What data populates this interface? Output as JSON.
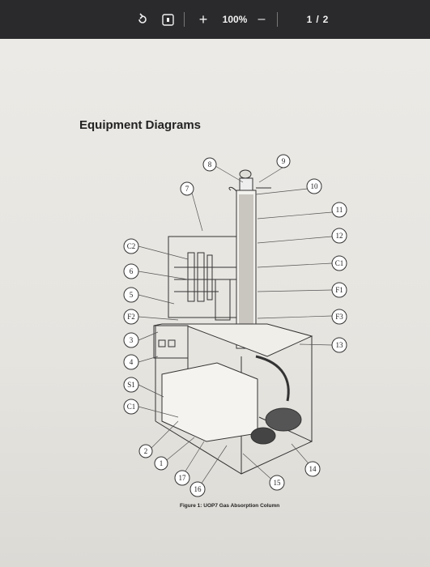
{
  "toolbar": {
    "zoom": "100%",
    "plus": "+",
    "minus": "–",
    "page_current": "1",
    "page_sep": "/",
    "page_total": "2"
  },
  "document": {
    "heading": "Equipment Diagrams",
    "caption": "Figure 1: UOP7 Gas Absorption Column",
    "callouts": [
      "8",
      "9",
      "7",
      "10",
      "11",
      "12",
      "C2",
      "6",
      "C1",
      "5",
      "F1",
      "F2",
      "F3",
      "3",
      "13",
      "4",
      "S1",
      "C1",
      "2",
      "1",
      "17",
      "16",
      "15",
      "14"
    ]
  }
}
